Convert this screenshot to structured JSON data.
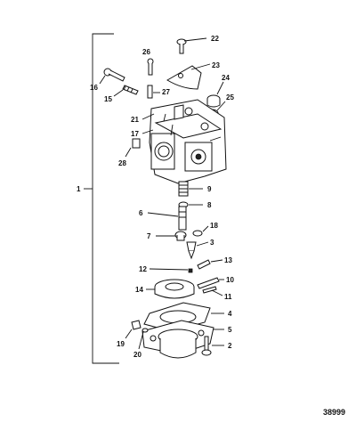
{
  "diagram": {
    "figure_number": "38999",
    "group_label": "1",
    "callouts": [
      "2",
      "3",
      "4",
      "5",
      "6",
      "7",
      "8",
      "9",
      "10",
      "11",
      "12",
      "13",
      "14",
      "15",
      "16",
      "17",
      "18",
      "19",
      "20",
      "21",
      "22",
      "23",
      "24",
      "25",
      "26",
      "27",
      "28"
    ]
  }
}
